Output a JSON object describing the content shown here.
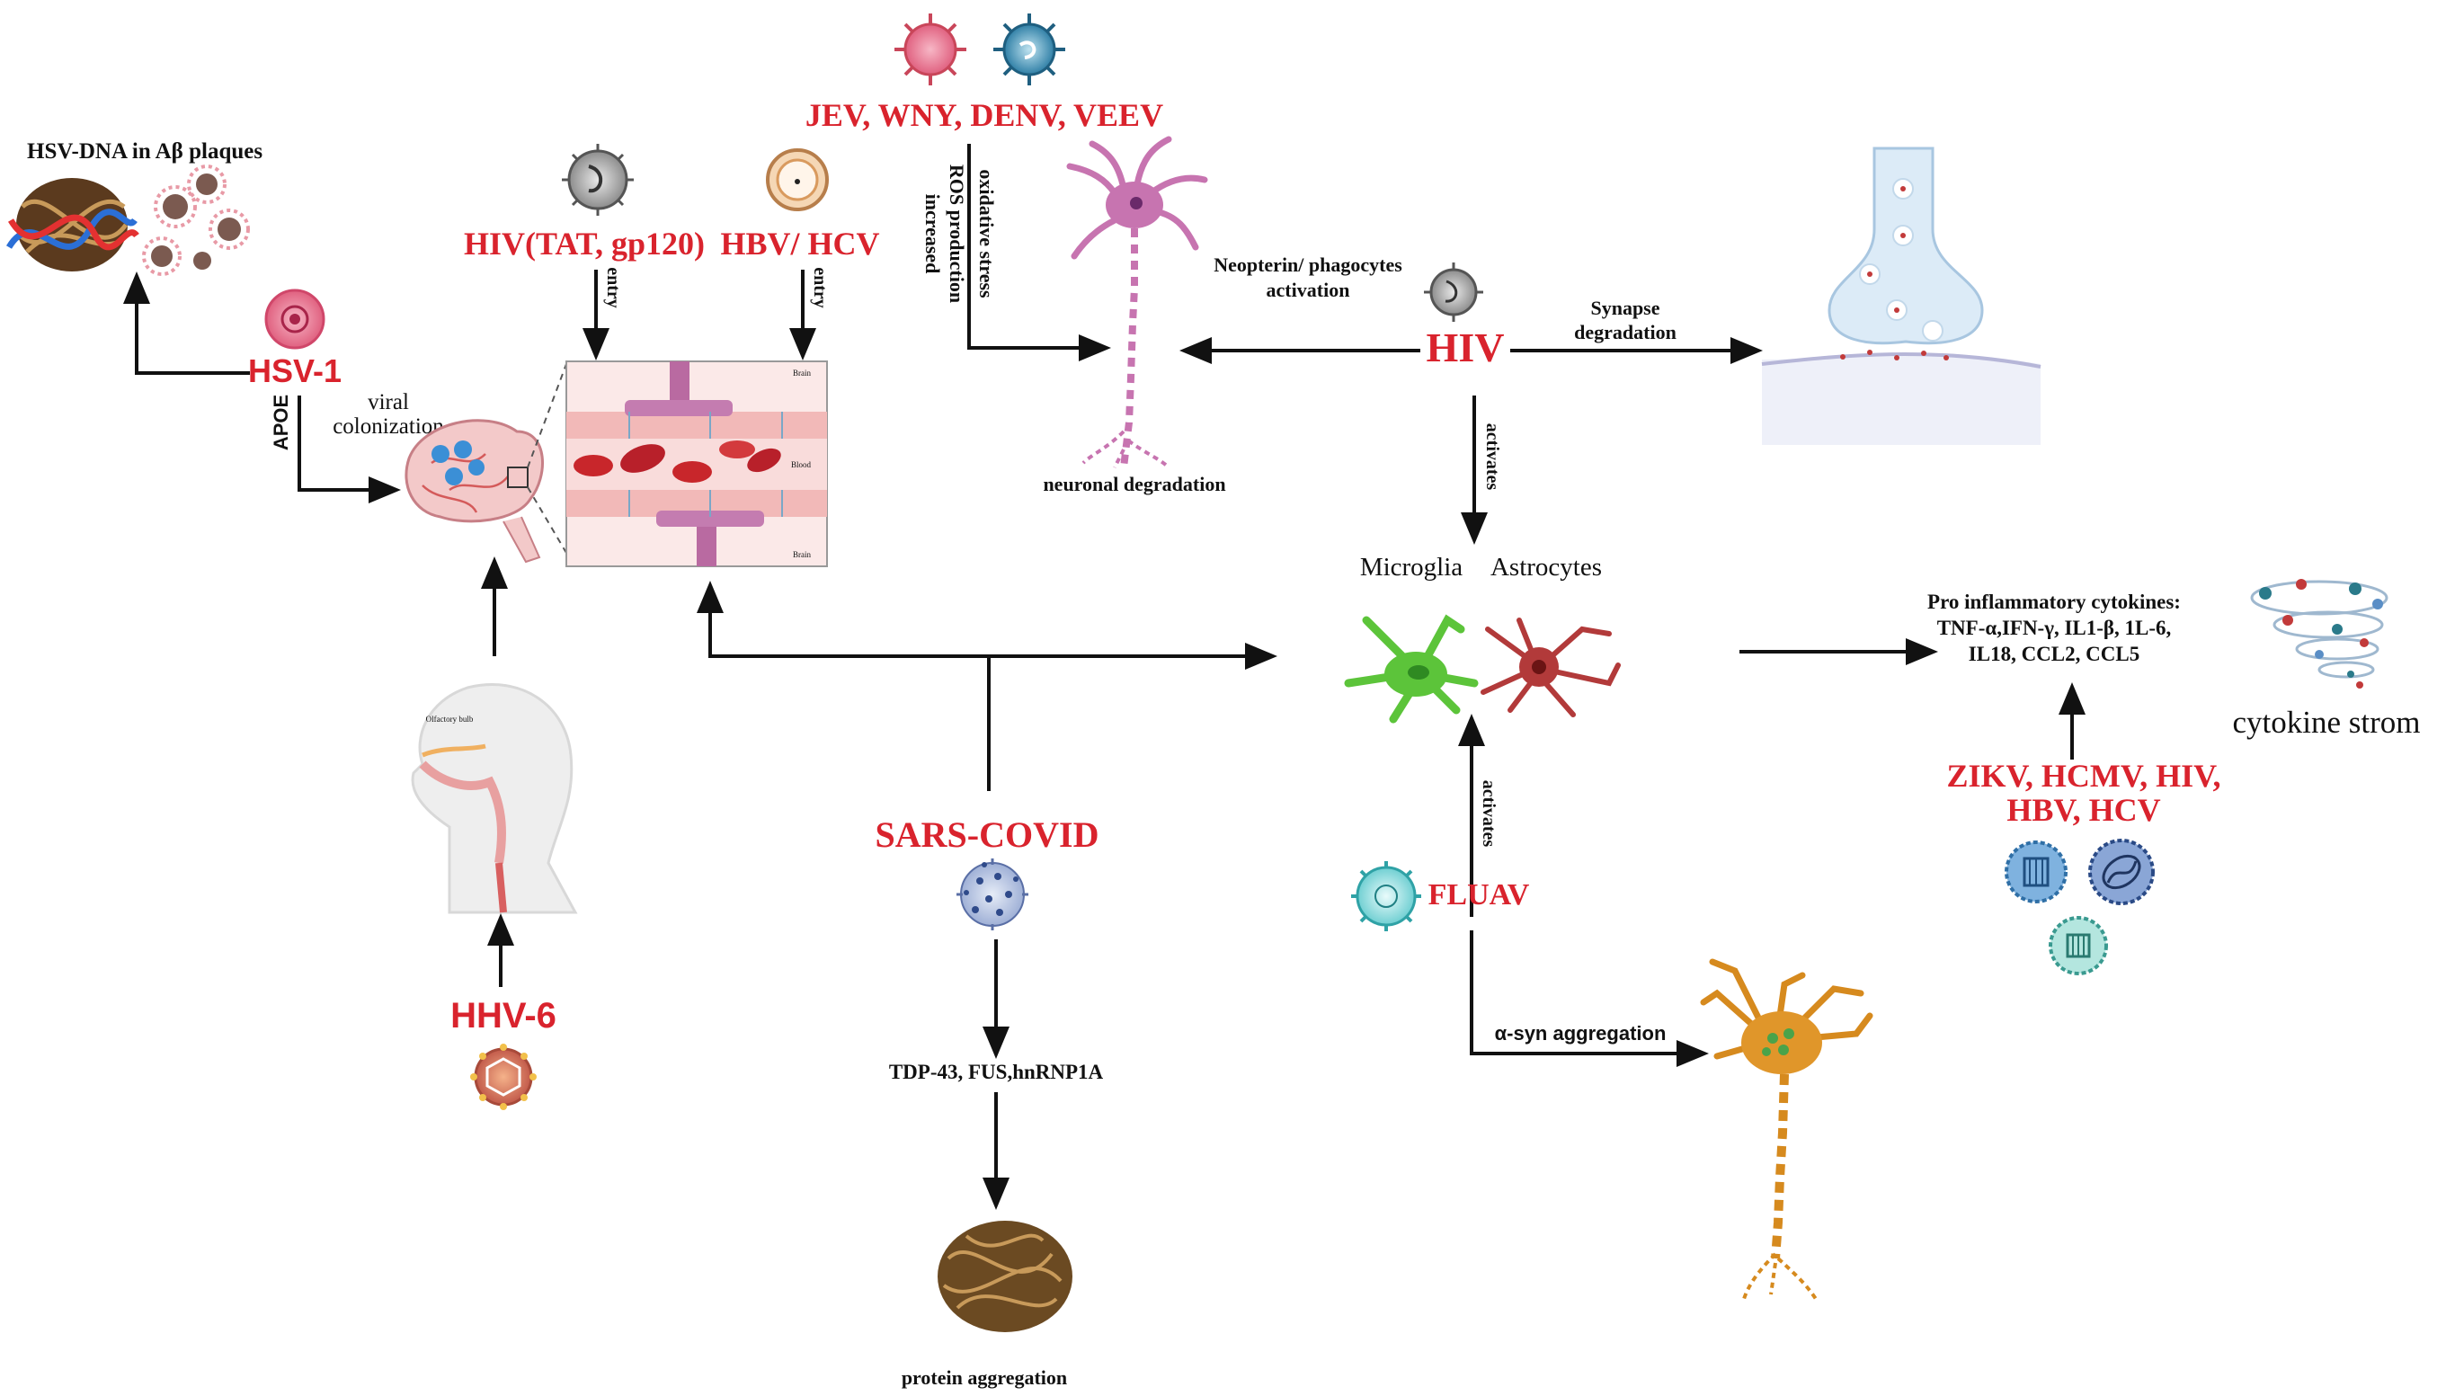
{
  "labels": {
    "hsv_dna": "HSV-DNA in Aβ plaques",
    "hsv1": "HSV-1",
    "apoe": "APOE",
    "viral_colonization_1": "viral",
    "viral_colonization_2": "colonization",
    "hiv_tat": "HIV(TAT, gp120)",
    "hbv_hcv": "HBV/ HCV",
    "entry_left": "entry",
    "entry_right": "entry",
    "flavi_viruses": "JEV, WNY, DENV, VEEV",
    "oxidative_stress": "oxidative stress",
    "ros_1": "ROS production",
    "ros_2": "increased",
    "neuronal_degradation": "neuronal degradation",
    "neopterin_1": "Neopterin/ phagocytes",
    "neopterin_2": "activation",
    "hiv_center": "HIV",
    "synapse_1": "Synapse",
    "synapse_2": "degradation",
    "activates_top": "activates",
    "microglia": "Microglia",
    "astrocytes": "Astrocytes",
    "cytokines_1": "Pro inflammatory cytokines:",
    "cytokines_2": "TNF-α,IFN-γ, IL1-β, 1L-6,",
    "cytokines_3": "IL18, CCL2, CCL5",
    "cytokine_storm": "cytokine strom",
    "zikv_1": "ZIKV, HCMV, HIV,",
    "zikv_2": "HBV, HCV",
    "sars": "SARS-COVID",
    "tdp43": "TDP-43, FUS,hnRNP1A",
    "protein_aggregation": "protein aggregation",
    "activates_bottom": "activates",
    "fluav": "FLUAV",
    "asyn": "α-syn aggregation",
    "hhv6": "HHV-6",
    "bbb_brain_top": "Brain",
    "bbb_blood": "Blood",
    "bbb_brain_bottom": "Brain",
    "olfactory": "Olfactory bulb"
  },
  "colors": {
    "virus_label": "#d9232d",
    "arrow": "#111111",
    "microglia": "#5cc43a",
    "astrocyte": "#b23a3a",
    "neuron_pink": "#c774b0",
    "neuron_orange": "#d68a1e",
    "vessel": "#f6d2cf",
    "rbc": "#c8262b",
    "synapse": "#dcebf7"
  },
  "icons": [
    "hsv-virus-icon",
    "hiv-virus-icon",
    "hbv-virus-icon",
    "jev-virus-icon",
    "denv-virus-icon",
    "covid-virus-icon",
    "fluav-virus-icon",
    "hhv6-virus-icon",
    "zikv-virus-icon",
    "hcmv-virus-icon",
    "hiv-small-virus-icon"
  ]
}
